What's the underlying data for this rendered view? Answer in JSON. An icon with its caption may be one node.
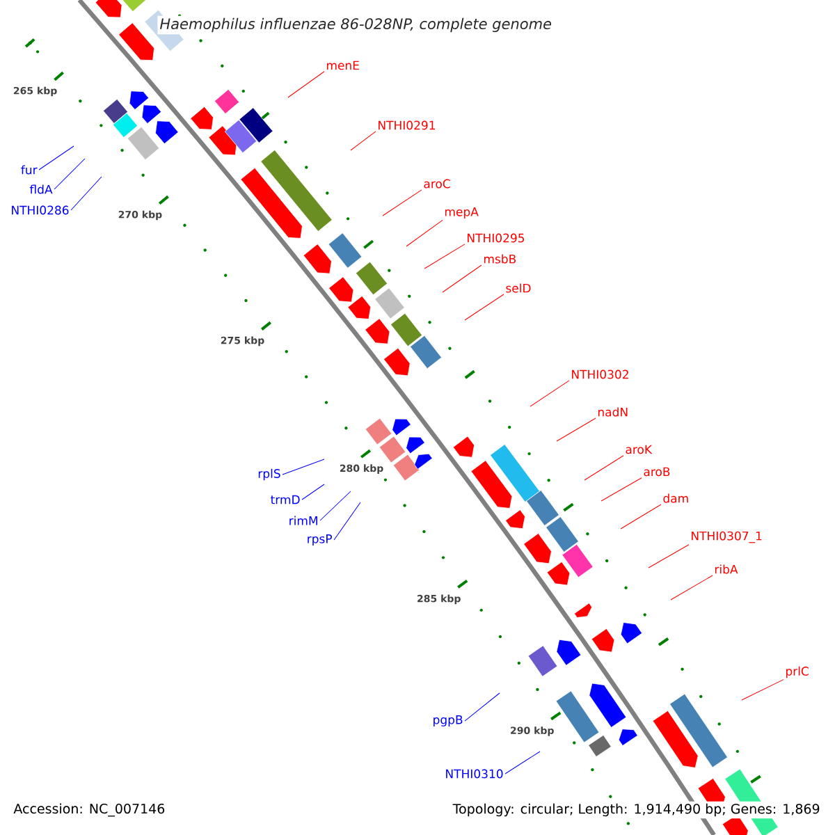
{
  "diagram": {
    "title": "Haemophilus influenzae 86-028NP, complete genome",
    "nodes": [
      {
        "text": [
          "menE"
        ]
      },
      {
        "text": [
          "NTHI0291"
        ]
      },
      {
        "text": [
          "fur"
        ]
      },
      {
        "text": [
          "fldA"
        ]
      },
      {
        "text": [
          "aroC"
        ]
      },
      {
        "text": [
          "NTHI0286"
        ]
      },
      {
        "text": [
          "mepA"
        ]
      },
      {
        "text": [
          "NTHI0295"
        ]
      },
      {
        "text": [
          "msbB"
        ]
      },
      {
        "text": [
          "selD"
        ]
      },
      {
        "text": [
          "NTHI0302"
        ]
      },
      {
        "text": [
          "nadN"
        ]
      },
      {
        "text": [
          "aroK"
        ]
      },
      {
        "text": [
          "rplS"
        ]
      },
      {
        "text": [
          "aroB"
        ]
      },
      {
        "text": [
          "trmD"
        ]
      },
      {
        "text": [
          "dam"
        ]
      },
      {
        "text": [
          "rimM"
        ]
      },
      {
        "text": [
          "rpsP"
        ]
      },
      {
        "text": [
          "NTHI0307_1"
        ]
      },
      {
        "text": [
          "ribA"
        ]
      },
      {
        "text": [
          "prlC"
        ]
      },
      {
        "text": [
          "pgpB"
        ]
      },
      {
        "text": [
          "NTHI0310"
        ]
      }
    ],
    "edges": [
      {
        "from": 0,
        "to": null,
        "arrow": "none"
      },
      {
        "from": 1,
        "to": null,
        "arrow": "none"
      },
      {
        "from": 2,
        "to": null,
        "arrow": "none",
        "color": "#0000ff"
      },
      {
        "from": 3,
        "to": null,
        "arrow": "none",
        "color": "#0000ff"
      },
      {
        "from": 4,
        "to": null,
        "arrow": "none"
      },
      {
        "from": 5,
        "to": null,
        "arrow": "none",
        "color": "#0000ff"
      },
      {
        "from": 6,
        "to": null,
        "arrow": "none"
      },
      {
        "from": 7,
        "to": null,
        "arrow": "none"
      },
      {
        "from": 8,
        "to": null,
        "arrow": "none"
      },
      {
        "from": 9,
        "to": null,
        "arrow": "none"
      },
      {
        "from": 10,
        "to": null,
        "arrow": "none"
      },
      {
        "from": 11,
        "to": null,
        "arrow": "none"
      },
      {
        "from": 12,
        "to": null,
        "arrow": "none"
      },
      {
        "from": 13,
        "to": null,
        "arrow": "none",
        "color": "#0000ff"
      },
      {
        "from": 14,
        "to": null,
        "arrow": "none"
      },
      {
        "from": 15,
        "to": null,
        "arrow": "none",
        "color": "#0000ff"
      },
      {
        "from": 16,
        "to": null,
        "arrow": "none"
      },
      {
        "from": 17,
        "to": null,
        "arrow": "none",
        "color": "#0000ff"
      },
      {
        "from": 18,
        "to": null,
        "arrow": "none",
        "color": "#0000ff"
      },
      {
        "from": 19,
        "to": null,
        "arrow": "none"
      },
      {
        "from": 20,
        "to": null,
        "arrow": "none"
      },
      {
        "from": 21,
        "to": null,
        "arrow": "none"
      },
      {
        "from": 22,
        "to": null,
        "arrow": "none",
        "color": "#0000ff"
      },
      {
        "from": 23,
        "to": null,
        "arrow": "none",
        "color": "#0000ff"
      }
    ],
    "labels": [
      "265 kbp",
      "270 kbp",
      "275 kbp",
      "280 kbp",
      "285 kbp",
      "290 kbp",
      "Accession: NC_007146",
      "Topology: circular; Length: 1,914,490 bp; Genes: 1,869"
    ]
  }
}
